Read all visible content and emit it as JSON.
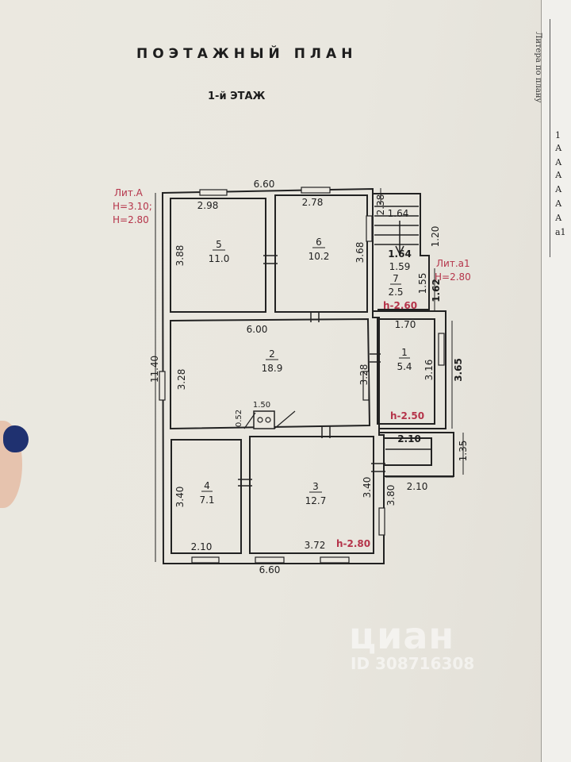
{
  "title": "ПОЭТАЖНЫЙ ПЛАН",
  "subtitle": "1-й ЭТАЖ",
  "lit_a": {
    "name": "Лит.А",
    "height1": "Н=3.10;",
    "height2": "Н=2.80"
  },
  "lit_a1": {
    "name": "Лит.а1",
    "height": "Н=2.80"
  },
  "rooms": {
    "r5": {
      "num": "5",
      "area": "11.0"
    },
    "r6": {
      "num": "6",
      "area": "10.2"
    },
    "r7": {
      "num": "7",
      "area": "2.5"
    },
    "r2": {
      "num": "2",
      "area": "18.9"
    },
    "r1": {
      "num": "1",
      "area": "5.4"
    },
    "r4": {
      "num": "4",
      "area": "7.1"
    },
    "r3": {
      "num": "3",
      "area": "12.7"
    }
  },
  "dims": {
    "top_width": "6.60",
    "bottom_width": "6.60",
    "left_height": "11.40",
    "r5_width": "2.98",
    "r5_height": "3.88",
    "r6_width": "2.78",
    "r6_height": "3.68",
    "r2_width": "6.00",
    "r2_left": "3.28",
    "r2_right": "3.28",
    "stove_width": "1.50",
    "stove_height": "0.52",
    "r4_height": "3.40",
    "r4_width": "2.10",
    "r3_height": "3.40",
    "r3_width": "3.72",
    "right_lower": "3.80",
    "stair_width": "1.64",
    "stair_side": "2.38",
    "stair_run": "1.20",
    "r7_top": "1.64",
    "r7_width": "1.59",
    "r7_height": "1.55",
    "r7_outer": "1.62",
    "r1_width": "1.70",
    "r1_height": "3.16",
    "r1_outer": "3.65",
    "porch_width": "2.10",
    "porch_height": "1.35",
    "porch_outer": "2.10"
  },
  "ceiling_heights": {
    "r7": "h-2.60",
    "r1": "h-2.50",
    "r3": "h-2.80"
  },
  "side_letters": [
    "1",
    "А",
    "А",
    "А",
    "А",
    "А",
    "А",
    "а1"
  ],
  "side_heading": "Литера по плану",
  "watermark": {
    "brand": "циан",
    "id": "ID 308716308"
  }
}
